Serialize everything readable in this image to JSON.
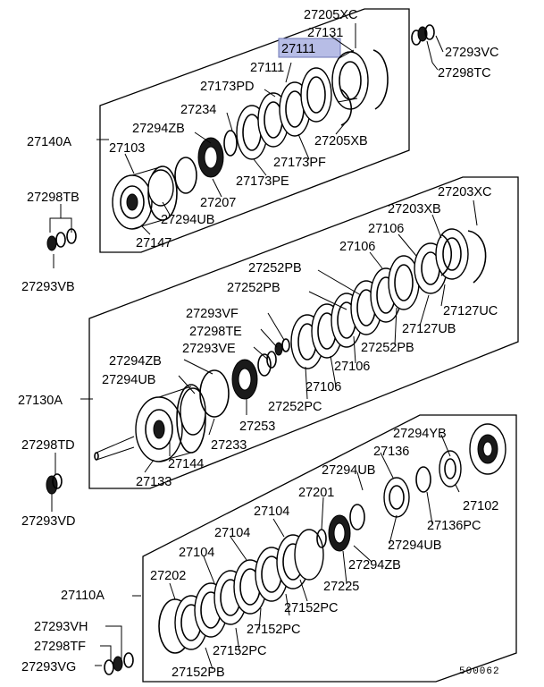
{
  "diagram_id": "500062",
  "groups": [
    {
      "id": "27140A",
      "parts": [
        "27205XC",
        "27131",
        "27111",
        "27111",
        "27173PD",
        "27234",
        "27294ZB",
        "27103",
        "27205XB",
        "27173PF",
        "27173PE",
        "27207",
        "27294UB",
        "27147"
      ]
    },
    {
      "id": "27130A",
      "parts": [
        "27203XC",
        "27203XB",
        "27106",
        "27106",
        "27252PB",
        "27252PB",
        "27127UC",
        "27127UB",
        "27293VF",
        "27298TE",
        "27293VE",
        "27252PB",
        "27294ZB",
        "27294UB",
        "27106",
        "27106",
        "27252PC",
        "27253",
        "27233",
        "27144",
        "27133"
      ]
    },
    {
      "id": "27110A",
      "parts": [
        "27294YB",
        "27136",
        "27294UB",
        "27201",
        "27104",
        "27104",
        "27104",
        "27202",
        "27102",
        "27136PC",
        "27294UB",
        "27294ZB",
        "27225",
        "27152PC",
        "27152PC",
        "27152PC",
        "27152PB"
      ]
    }
  ],
  "labels": {
    "l_27205XC": "27205XC",
    "l_27131": "27131",
    "l_27111a": "27111",
    "l_27111b": "27111",
    "l_27293VC": "27293VC",
    "l_27298TC": "27298TC",
    "l_27173PD": "27173PD",
    "l_27234": "27234",
    "l_27294ZB_1": "27294ZB",
    "l_27140A": "27140A",
    "l_27103": "27103",
    "l_27205XB": "27205XB",
    "l_27173PF": "27173PF",
    "l_27173PE": "27173PE",
    "l_27207": "27207",
    "l_27298TB": "27298TB",
    "l_27294UB_1": "27294UB",
    "l_27147": "27147",
    "l_27293VB": "27293VB",
    "l_27203XC": "27203XC",
    "l_27203XB": "27203XB",
    "l_27106_1": "27106",
    "l_27106_2": "27106",
    "l_27252PB_1": "27252PB",
    "l_27252PB_2": "27252PB",
    "l_27127UC": "27127UC",
    "l_27293VF": "27293VF",
    "l_27127UB": "27127UB",
    "l_27298TE": "27298TE",
    "l_27252PB_3": "27252PB",
    "l_27293VE": "27293VE",
    "l_27294ZB_2": "27294ZB",
    "l_27106_3": "27106",
    "l_27294UB_2": "27294UB",
    "l_27106_4": "27106",
    "l_27130A": "27130A",
    "l_27252PC": "27252PC",
    "l_27253": "27253",
    "l_27233": "27233",
    "l_27298TD": "27298TD",
    "l_27294YB": "27294YB",
    "l_27144": "27144",
    "l_27136": "27136",
    "l_27133": "27133",
    "l_27294UB_3": "27294UB",
    "l_27293VD": "27293VD",
    "l_27201": "27201",
    "l_27102": "27102",
    "l_27104_1": "27104",
    "l_27136PC": "27136PC",
    "l_27104_2": "27104",
    "l_27294UB_4": "27294UB",
    "l_27104_3": "27104",
    "l_27294ZB_3": "27294ZB",
    "l_27202": "27202",
    "l_27225": "27225",
    "l_27152PC_1": "27152PC",
    "l_27110A": "27110A",
    "l_27152PC_2": "27152PC",
    "l_27293VH": "27293VH",
    "l_27298TF": "27298TF",
    "l_27152PC_3": "27152PC",
    "l_27293VG": "27293VG",
    "l_27152PB": "27152PB",
    "l_code": "500062"
  }
}
